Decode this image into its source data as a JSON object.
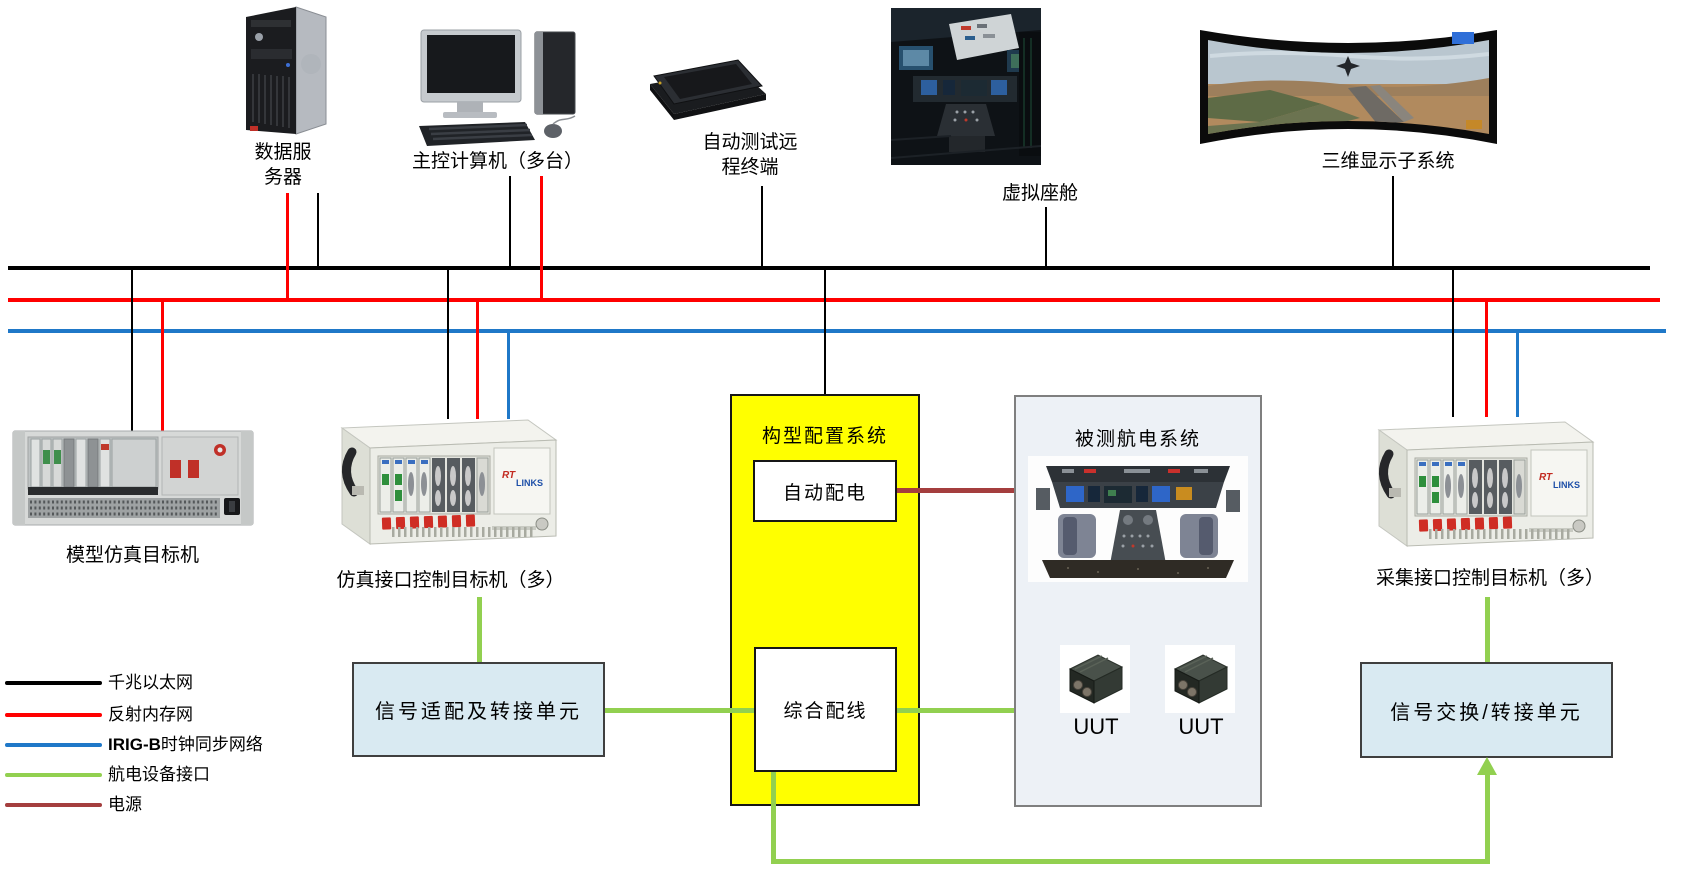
{
  "top_devices": {
    "data_server": {
      "label_line1": "数据服",
      "label_line2": "务器"
    },
    "master_computer": {
      "label": "主控计算机（多台）"
    },
    "remote_terminal": {
      "label_line1": "自动测试远",
      "label_line2": "程终端"
    },
    "virtual_cockpit": {
      "label": "虚拟座舱"
    },
    "display_3d": {
      "label": "三维显示子系统"
    }
  },
  "middle": {
    "model_target": {
      "label": "模型仿真目标机"
    },
    "sim_interface_target": {
      "label": "仿真接口控制目标机（多）",
      "logo_mark": "RT",
      "logo_text": "LINKS"
    },
    "config_system": {
      "title": "构型配置系统",
      "auto_power": "自动配电",
      "integrated_wiring": "综合配线"
    },
    "avionics_under_test": {
      "title": "被测航电系统",
      "uut1": "UUT",
      "uut2": "UUT"
    },
    "acq_interface_target": {
      "label": "采集接口控制目标机（多）",
      "logo_mark": "RT",
      "logo_text": "LINKS"
    }
  },
  "bottom": {
    "signal_adapter": {
      "label": "信号适配及转接单元"
    },
    "signal_exchange": {
      "label": "信号交换/转接单元"
    }
  },
  "legend": {
    "items": [
      {
        "prefix": "",
        "label": "千兆以太网",
        "color": "#000000"
      },
      {
        "prefix": "",
        "label": "反射内存网",
        "color": "#FF0000"
      },
      {
        "prefix": "IRIG-B",
        "label": "时钟同步网络",
        "color": "#1F78C8"
      },
      {
        "prefix": "",
        "label": "航电设备接口",
        "color": "#92D050"
      },
      {
        "prefix": "",
        "label": "电源",
        "color": "#A43E3E"
      }
    ]
  },
  "colors": {
    "ethernet_bus": "#000000",
    "reflective_memory_bus": "#FF0000",
    "irig_b_bus": "#1F78C8",
    "avionics_link": "#92D050",
    "power_link": "#A43E3E",
    "config_box_fill": "#FFFF00",
    "aut_box_fill": "#EDF1F6",
    "unit_box_fill": "#D9EAF2"
  }
}
